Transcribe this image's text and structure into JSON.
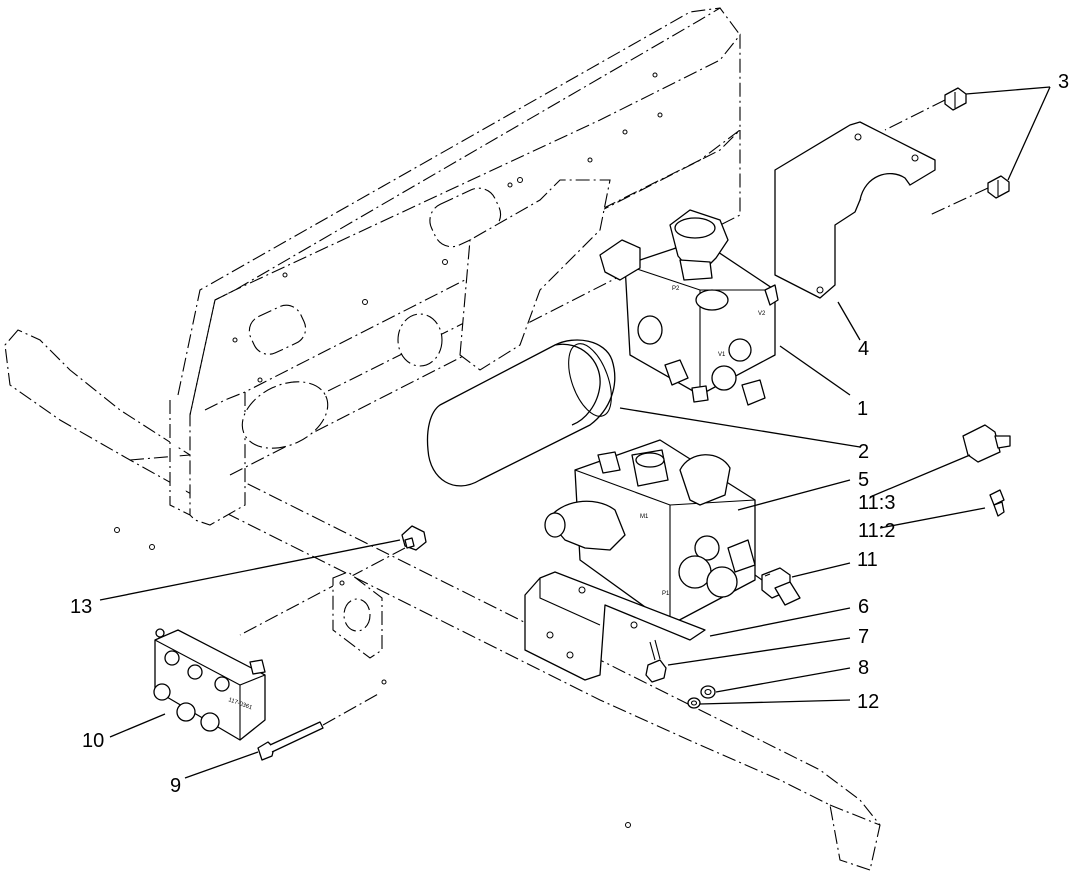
{
  "callouts": [
    {
      "id": "c3",
      "label": "3"
    },
    {
      "id": "c4",
      "label": "4"
    },
    {
      "id": "c1",
      "label": "1"
    },
    {
      "id": "c2",
      "label": "2"
    },
    {
      "id": "c5",
      "label": "5"
    },
    {
      "id": "c11-3",
      "label": "11:3"
    },
    {
      "id": "c11-2",
      "label": "11:2"
    },
    {
      "id": "c11",
      "label": "11"
    },
    {
      "id": "c6",
      "label": "6"
    },
    {
      "id": "c7",
      "label": "7"
    },
    {
      "id": "c8",
      "label": "8"
    },
    {
      "id": "c12",
      "label": "12"
    },
    {
      "id": "c13",
      "label": "13"
    },
    {
      "id": "c10",
      "label": "10"
    },
    {
      "id": "c9",
      "label": "9"
    }
  ],
  "block_markings": {
    "main_valve": [
      "P2",
      "V1",
      "V2"
    ],
    "lower_valve": [
      "M1",
      "P1"
    ],
    "manifold": [
      "117-0361"
    ]
  }
}
